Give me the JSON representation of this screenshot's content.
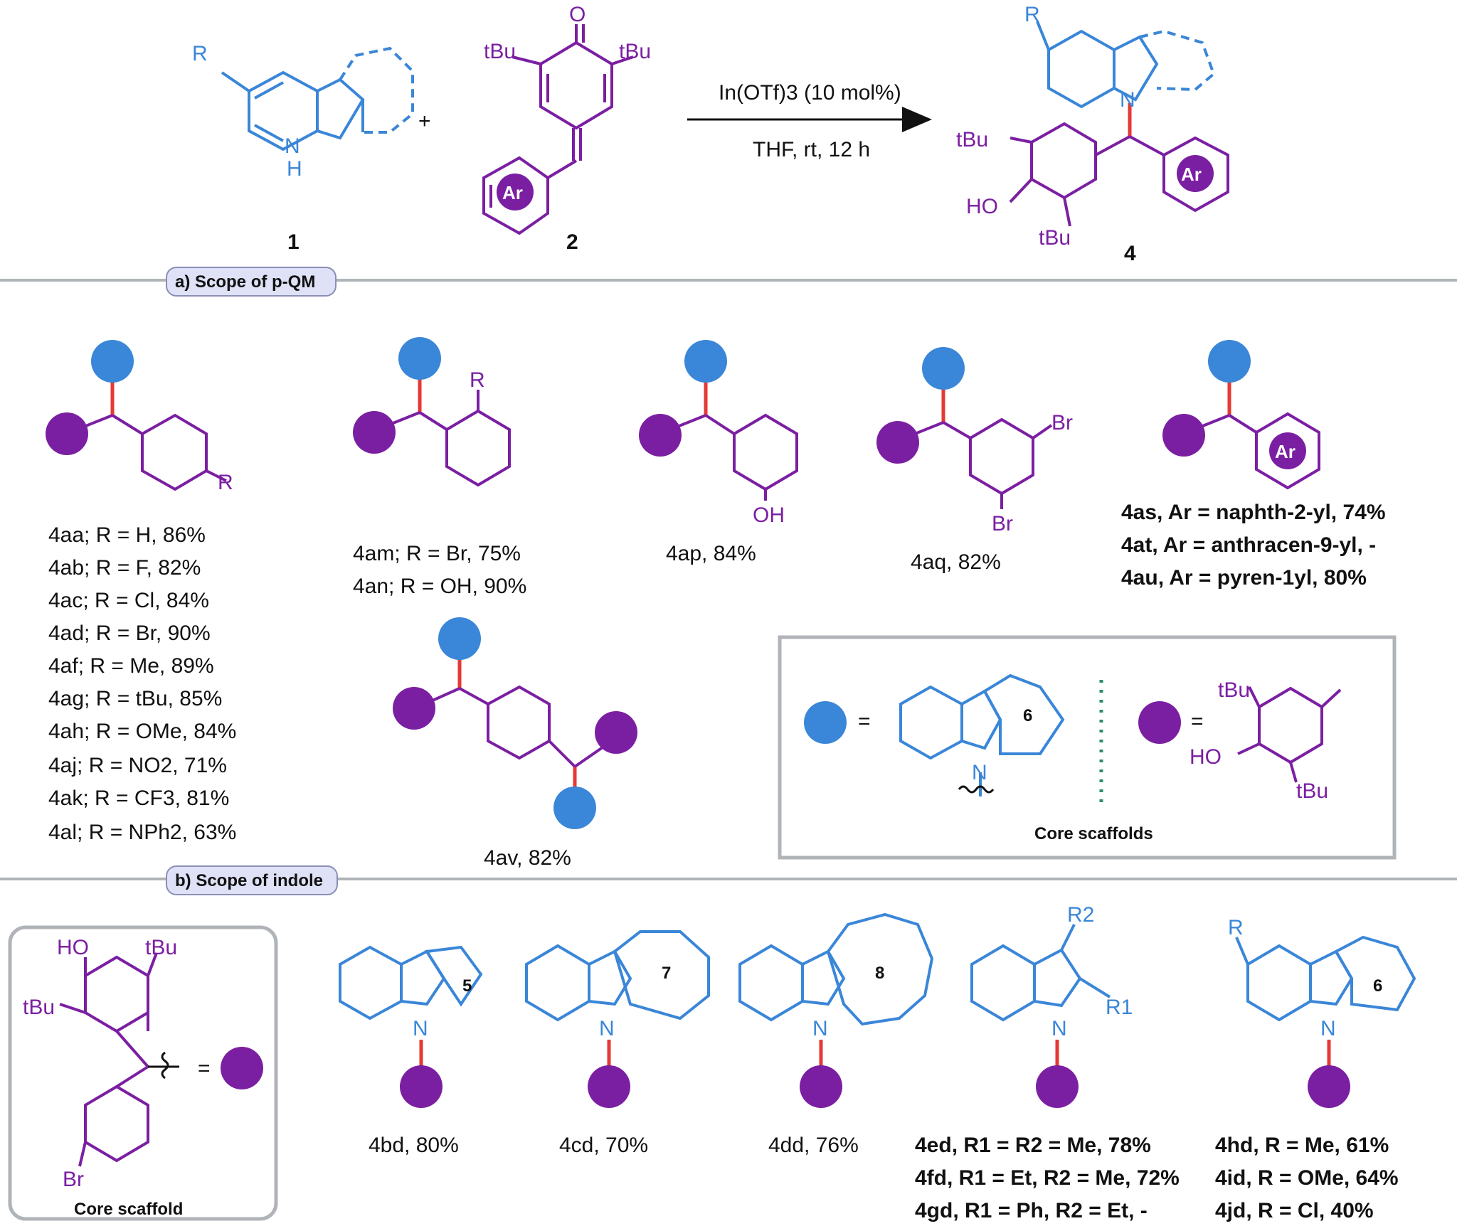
{
  "colors": {
    "indole": "#3a86d8",
    "phenol": "#7b1fa2",
    "bond": "#e53935",
    "rule": "#b0b4b8",
    "dots": "#2e8b70"
  },
  "header": {
    "label_1": "1",
    "label_2": "2",
    "label_4": "4",
    "plus": "+",
    "reagent": "In(OTf)3 (10 mol%)",
    "conditions": "THF, rt, 12 h",
    "R": "R",
    "N": "N",
    "H": "H",
    "O": "O",
    "tBu": "tBu",
    "HO": "HO",
    "Ar": "Ar"
  },
  "section_a": {
    "title": "a) Scope of p-QM"
  },
  "section_b": {
    "title": "b) Scope of indole"
  },
  "col1": {
    "items": [
      "4aa; R = H, 86%",
      "4ab; R = F, 82%",
      "4ac; R = Cl, 84%",
      "4ad; R = Br, 90%",
      "4af; R = Me, 89%",
      "4ag; R = tBu, 85%",
      "4ah; R = OMe, 84%",
      "4aj; R = NO2, 71%",
      "4ak; R = CF3, 81%",
      "4al; R = NPh2, 63%"
    ]
  },
  "col2": {
    "items": [
      "4am; R = Br, 75%",
      "4an; R = OH, 90%"
    ]
  },
  "col3": {
    "item": "4ap, 84%",
    "OH": "OH"
  },
  "col4": {
    "item": "4aq, 82%",
    "Br": "Br"
  },
  "col5": {
    "items": [
      "4as, Ar = naphth-2-yl, 74%",
      "4at, Ar = anthracen-9-yl, -",
      "4au, Ar = pyren-1yl, 80%"
    ]
  },
  "col_av": {
    "item": "4av, 82%"
  },
  "core_box": {
    "caption": "Core scaffolds",
    "eq": "=",
    "ring": "6"
  },
  "core_box_b": {
    "caption": "Core scaffold",
    "Br": "Br"
  },
  "bottom": {
    "bd": "4bd, 80%",
    "cd": "4cd, 70%",
    "dd": "4dd, 76%",
    "ring5": "5",
    "ring7": "7",
    "ring8": "8",
    "ring6": "6",
    "ed_items": [
      "4ed, R1 = R2 = Me, 78%",
      "4fd, R1 = Et, R2 = Me, 72%",
      "4gd, R1 = Ph, R2 = Et, -"
    ],
    "hd_items": [
      "4hd, R = Me, 61%",
      "4id, R = OMe, 64%",
      "4jd, R = Cl, 40%"
    ],
    "R1": "R1",
    "R2": "R2"
  }
}
